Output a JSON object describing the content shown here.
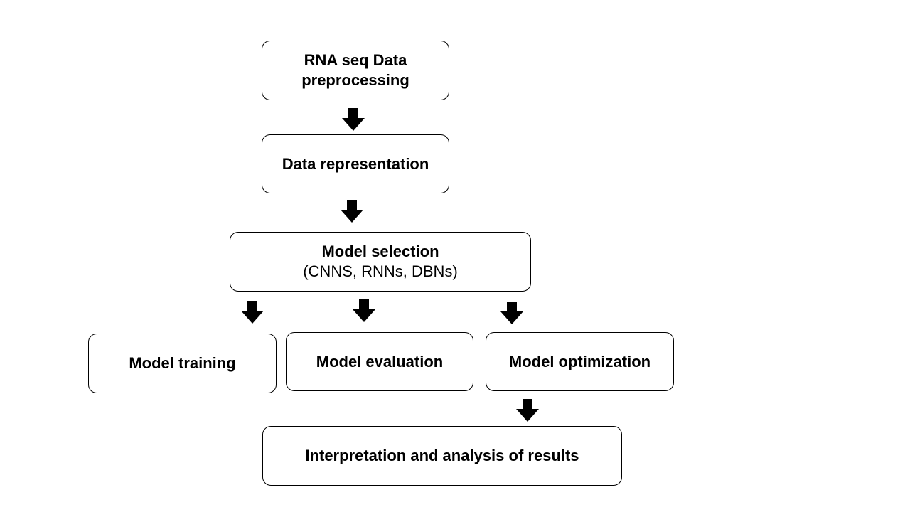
{
  "steps": {
    "preprocessing": {
      "line1": "RNA seq Data",
      "line2": "preprocessing"
    },
    "representation": {
      "label": "Data representation"
    },
    "selection": {
      "label": "Model selection",
      "detail": "(CNNS, RNNs, DBNs)"
    },
    "training": {
      "label": "Model training"
    },
    "evaluation": {
      "label": "Model evaluation"
    },
    "optimization": {
      "label": "Model optimization"
    },
    "interpretation": {
      "label": "Interpretation and analysis of results"
    }
  },
  "icons": {
    "flow_arrow": "down-arrow-icon"
  },
  "colors": {
    "stroke": "#000000",
    "fill": "#ffffff",
    "arrow": "#000000"
  }
}
